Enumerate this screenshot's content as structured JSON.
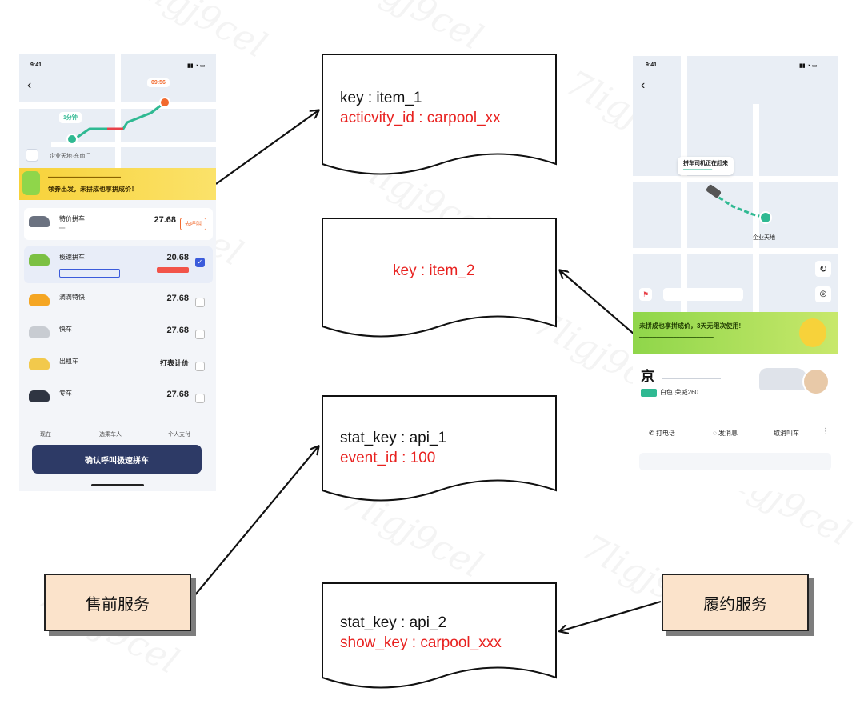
{
  "documents": [
    {
      "line1": "key : item_1",
      "line2": "acticvity_id : carpool_xx"
    },
    {
      "line1": "",
      "line2": "key : item_2"
    },
    {
      "line1": "stat_key : api_1",
      "line2": "event_id : 100"
    },
    {
      "line1": "stat_key : api_2",
      "line2": "show_key : carpool_xxx"
    }
  ],
  "services": {
    "presale": "售前服务",
    "fulfillment": "履约服务"
  },
  "colors": {
    "key_text": "#111111",
    "value_text": "#e8211f",
    "service_fill": "#fbe3cb",
    "route_green": "#2fb992",
    "confirm_button": "#2d3a66",
    "promo_yellow": "#f7d23a",
    "promo_green": "#8fd64a"
  },
  "left_phone": {
    "time": "9:41",
    "map_eta": "1分钟",
    "map_arrive": "09:56",
    "map_pickup": "企业天地·东南门",
    "promo_line1": "领券出发，未拼成也享拼成价！",
    "rides": [
      {
        "name": "特价拼车",
        "price": "27.68",
        "action": "去呼叫"
      },
      {
        "name": "极速拼车",
        "price": "20.68"
      },
      {
        "name": "滴滴特快",
        "price": "27.68"
      },
      {
        "name": "快车",
        "price": "27.68"
      },
      {
        "name": "出租车",
        "price": "打表计价"
      },
      {
        "name": "专车",
        "price": "27.68"
      }
    ],
    "footer_left": "现在",
    "footer_mid": "选乘车人",
    "footer_right": "个人支付",
    "confirm": "确认呼叫极速拼车"
  },
  "right_phone": {
    "time": "9:41",
    "status_title": "拼车司机正在赶来",
    "destination": "企业天地",
    "promo_line1": "未拼成也享拼成价，3天无限次使用!",
    "plate": "京",
    "car_model": "白色·荣威260",
    "btn_call": "打电话",
    "btn_msg": "发消息",
    "btn_cancel": "取消叫车"
  }
}
